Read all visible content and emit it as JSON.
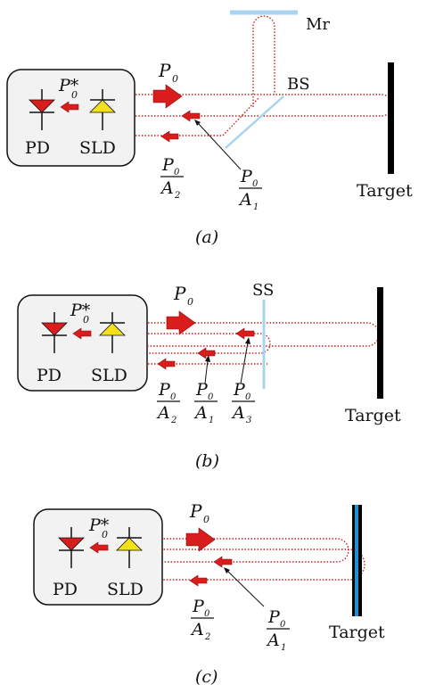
{
  "panels": [
    {
      "caption": "(a)",
      "pd": "PD",
      "sld": "SLD",
      "p0": "P",
      "p0_sub": "0",
      "pstar": "P*",
      "pstar_sub": "0",
      "target": "Target",
      "mirror": "Mr",
      "splitter": "BS",
      "frac1": {
        "num": "P",
        "num_sub": "0",
        "den": "A",
        "den_sub": "2"
      },
      "frac2": {
        "num": "P",
        "num_sub": "0",
        "den": "A",
        "den_sub": "1"
      }
    },
    {
      "caption": "(b)",
      "pd": "PD",
      "sld": "SLD",
      "p0": "P",
      "p0_sub": "0",
      "pstar": "P*",
      "pstar_sub": "0",
      "target": "Target",
      "splitter": "SS",
      "frac1": {
        "num": "P",
        "num_sub": "0",
        "den": "A",
        "den_sub": "2"
      },
      "frac2": {
        "num": "P",
        "num_sub": "0",
        "den": "A",
        "den_sub": "1"
      },
      "frac3": {
        "num": "P",
        "num_sub": "0",
        "den": "A",
        "den_sub": "3"
      }
    },
    {
      "caption": "(c)",
      "pd": "PD",
      "sld": "SLD",
      "p0": "P",
      "p0_sub": "0",
      "pstar": "P*",
      "pstar_sub": "0",
      "target": "Target",
      "frac1": {
        "num": "P",
        "num_sub": "0",
        "den": "A",
        "den_sub": "2"
      },
      "frac2": {
        "num": "P",
        "num_sub": "0",
        "den": "A",
        "den_sub": "1"
      }
    }
  ],
  "colors": {
    "beam": "#cc1f1f",
    "arrow": "#d91c1c",
    "pd_triangle": "#d91c1c",
    "sld_triangle": "#f5e11a",
    "optics": "#a8d4ef",
    "target": "#000000",
    "target_coating": "#1f8fd0"
  }
}
